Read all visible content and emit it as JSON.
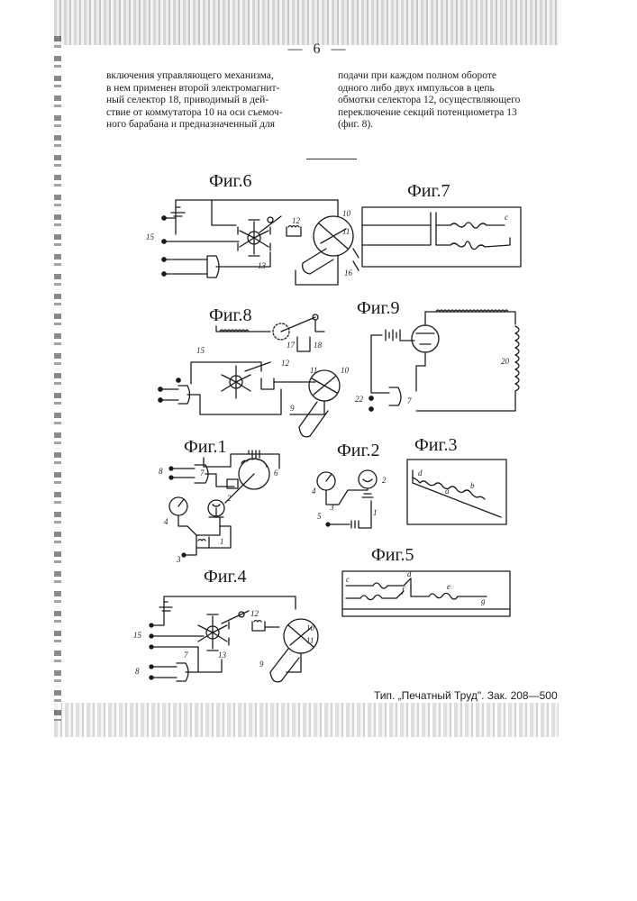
{
  "page_number": "— 6 —",
  "text": {
    "left_column": [
      "включения управляющего механизма,",
      "в нем применен второй электромагнит-",
      "ный селектор 18, приводимый в дей-",
      "ствие от коммутатора 10 на оси съемоч-",
      "ного барабана и предназначенный для"
    ],
    "right_column": [
      "подачи при каждом полном обороте",
      "одного либо двух импульсов в цепь",
      "обмотки селектора 12, осуществляющего",
      "переключение секций потенциометра 13",
      "(фиг. 8)."
    ]
  },
  "figures": {
    "fig6": {
      "title": "Фиг.6",
      "labels": [
        "15",
        "12",
        "10",
        "11",
        "13",
        "16"
      ]
    },
    "fig7": {
      "title": "Фиг.7",
      "labels": [
        "c"
      ]
    },
    "fig8": {
      "title": "Фиг.8",
      "labels": [
        "15",
        "17",
        "18",
        "12",
        "11",
        "10",
        "9"
      ]
    },
    "fig9": {
      "title": "Фиг.9",
      "labels": [
        "20",
        "22",
        "7"
      ]
    },
    "fig1": {
      "title": "Фиг.1",
      "labels": [
        "8",
        "7",
        "6",
        "4",
        "2",
        "1",
        "3"
      ]
    },
    "fig2": {
      "title": "Фиг.2",
      "labels": [
        "4",
        "3",
        "2",
        "5",
        "1"
      ]
    },
    "fig3": {
      "title": "Фиг.3",
      "labels": [
        "d",
        "a",
        "b"
      ]
    },
    "fig5": {
      "title": "Фиг.5",
      "labels": [
        "c",
        "d",
        "f",
        "e",
        "g"
      ]
    },
    "fig4": {
      "title": "Фиг.4",
      "labels": [
        "15",
        "12",
        "10",
        "11",
        "13",
        "7",
        "9",
        "8"
      ]
    }
  },
  "imprint": "Тип. „Печатный Труд\". Зак. 208—500"
}
